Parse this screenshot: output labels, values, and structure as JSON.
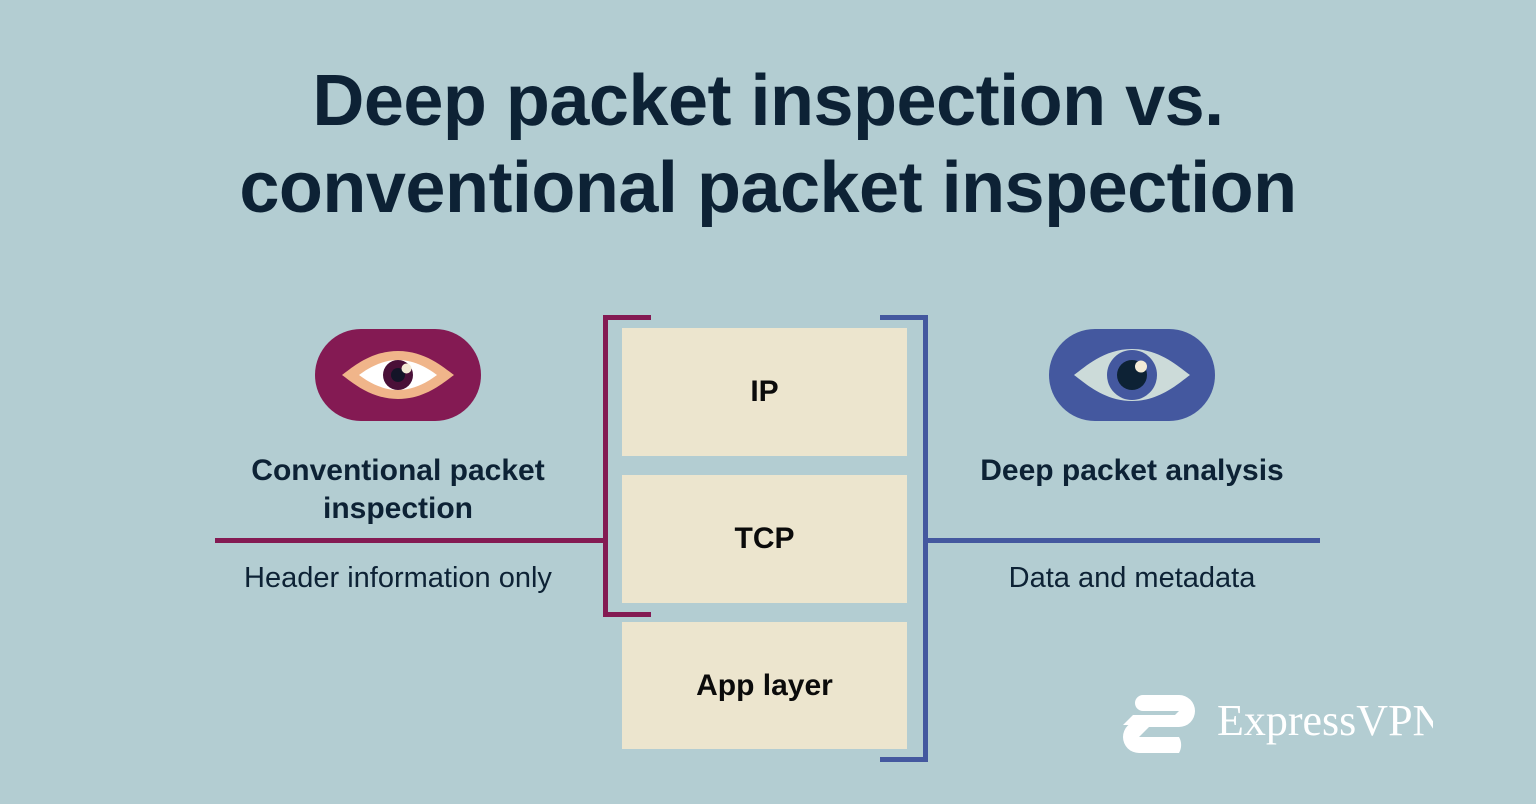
{
  "page": {
    "background_color": "#b3cdd2",
    "text_color": "#0d2235"
  },
  "title": {
    "line1": "Deep packet inspection vs.",
    "line2": "conventional packet inspection",
    "full": "Deep packet inspection vs. conventional packet inspection"
  },
  "left_column": {
    "icon": "eye-icon-magenta",
    "badge_color": "#841a53",
    "accent_color": "#841a53",
    "heading": "Conventional packet inspection",
    "subtext": "Header information only",
    "covers_layers": [
      "IP",
      "TCP"
    ]
  },
  "right_column": {
    "icon": "eye-icon-blue",
    "badge_color": "#44589f",
    "accent_color": "#44589f",
    "heading": "Deep packet analysis",
    "subtext": "Data and metadata",
    "covers_layers": [
      "IP",
      "TCP",
      "App layer"
    ]
  },
  "packet_stack": {
    "box_color": "#ece5ce",
    "layers": [
      {
        "label": "IP"
      },
      {
        "label": "TCP"
      },
      {
        "label": "App layer"
      }
    ]
  },
  "brand": {
    "name": "ExpressVPN",
    "logo_color": "#ffffff"
  }
}
